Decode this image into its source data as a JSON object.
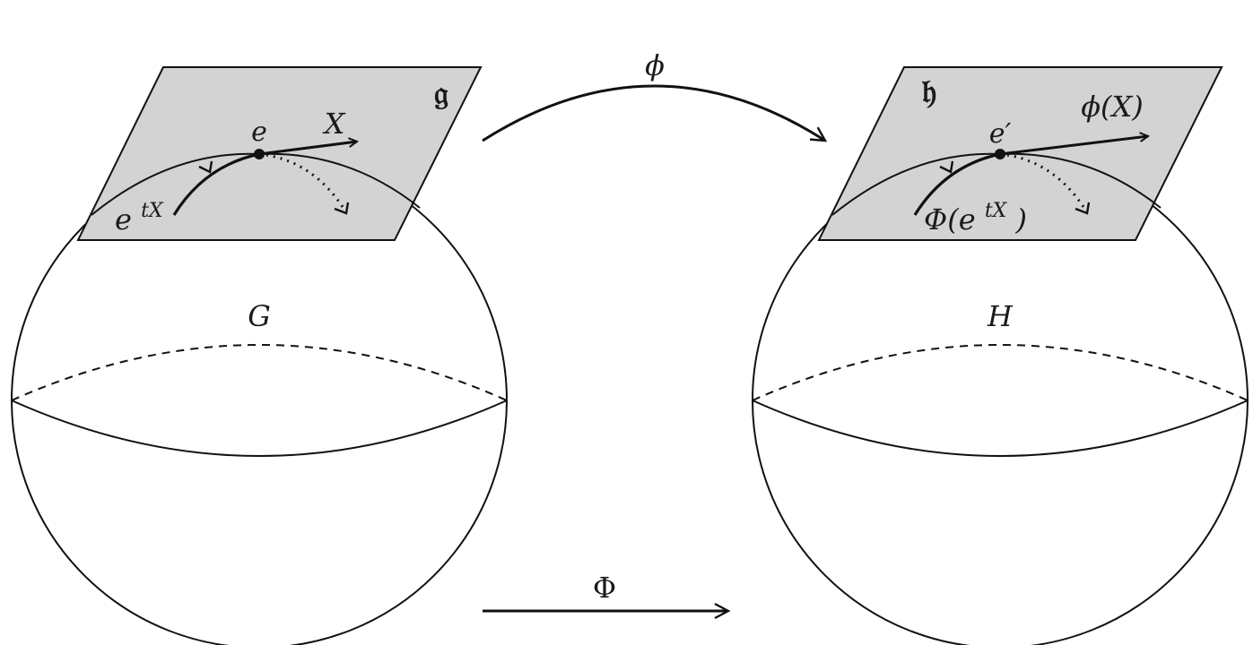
{
  "left": {
    "group_label": "G",
    "algebra_label": "𝔤",
    "identity_label": "e",
    "vector_label": "X",
    "curve_label_base": "e",
    "curve_label_exp": "tX"
  },
  "right": {
    "group_label": "H",
    "algebra_label": "𝔥",
    "identity_label": "e′",
    "vector_label": "ϕ(X)",
    "curve_label_prefix": "Φ(e",
    "curve_label_exp": "tX",
    "curve_label_suffix": ")"
  },
  "maps": {
    "lie_algebra_map": "ϕ",
    "group_map": "Φ"
  },
  "colors": {
    "tangent_plane": "#d3d3d3",
    "ink": "#111111"
  }
}
